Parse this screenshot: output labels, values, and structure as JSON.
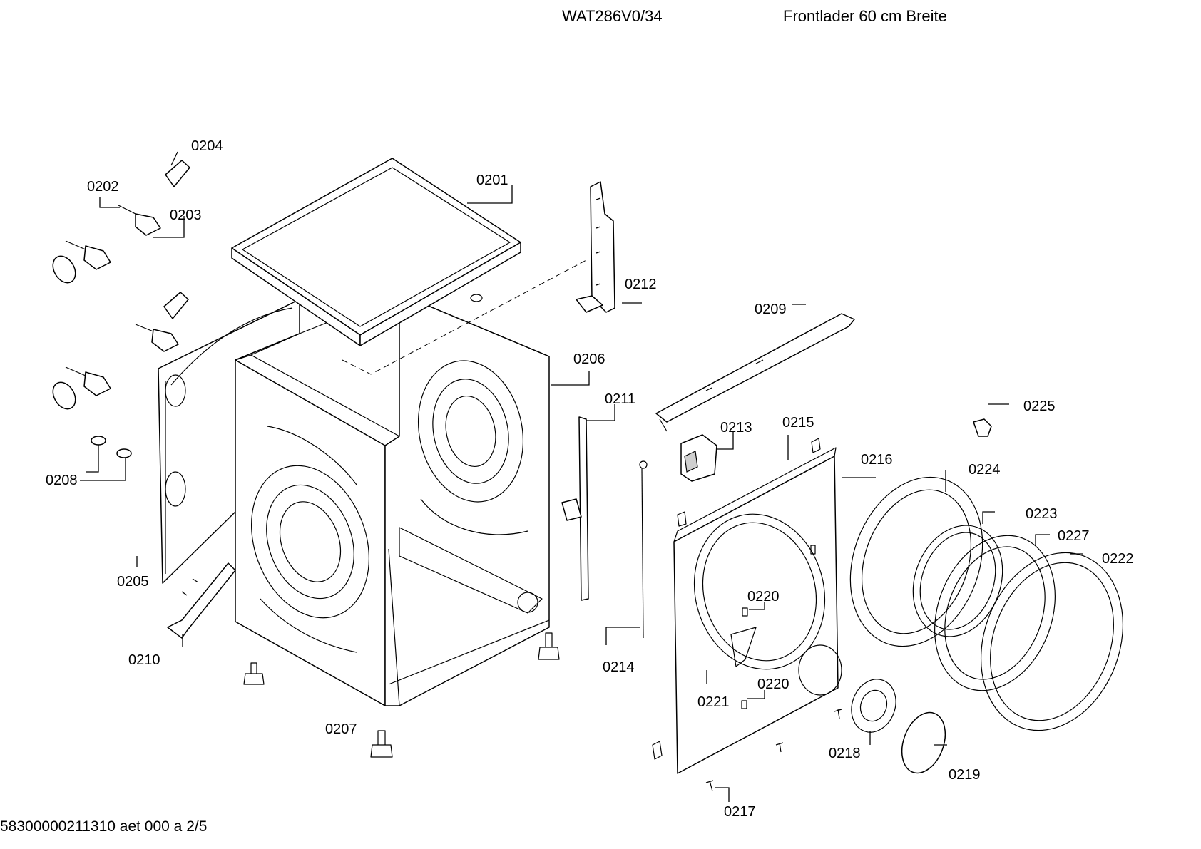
{
  "header": {
    "model": "WAT286V0/34",
    "description": "Frontlader 60 cm Breite"
  },
  "footer": {
    "document_code": "58300000211310 aet 000 a 2/5"
  },
  "labels": {
    "l0201": "0201",
    "l0202": "0202",
    "l0203": "0203",
    "l0204": "0204",
    "l0205": "0205",
    "l0206": "0206",
    "l0207": "0207",
    "l0208": "0208",
    "l0209": "0209",
    "l0210": "0210",
    "l0211": "0211",
    "l0212": "0212",
    "l0213": "0213",
    "l0214": "0214",
    "l0215": "0215",
    "l0216": "0216",
    "l0217": "0217",
    "l0218": "0218",
    "l0219": "0219",
    "l0220a": "0220",
    "l0220b": "0220",
    "l0221": "0221",
    "l0222": "0222",
    "l0223": "0223",
    "l0224": "0224",
    "l0225": "0225",
    "l0227": "0227"
  }
}
